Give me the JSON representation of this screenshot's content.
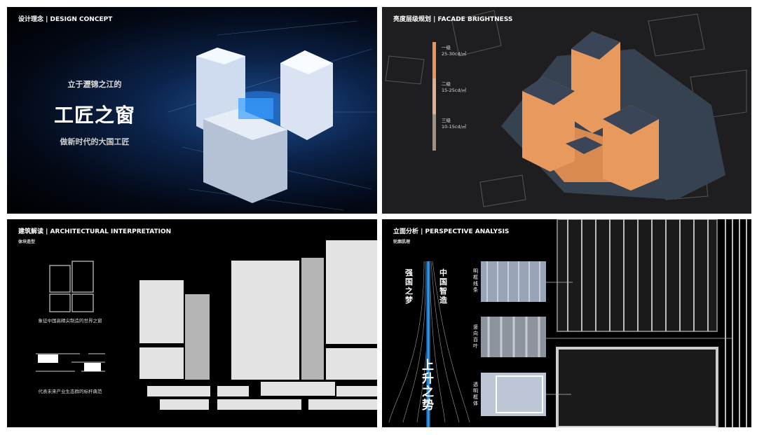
{
  "design_concept": {
    "title": "设计理念 | DESIGN CONCEPT",
    "line1": "立于瀝锦之江的",
    "headline": "工匠之窗",
    "line2": "做新时代的大国工匠"
  },
  "facade_brightness": {
    "title": "亮度层级规划 | FACADE BRIGHTNESS",
    "levels": [
      {
        "name": "一级",
        "range": "25-30cd/㎡",
        "color": "#e8935a"
      },
      {
        "name": "二级",
        "range": "15-25cd/㎡",
        "color": "#e0b08e"
      },
      {
        "name": "三级",
        "range": "10-15cd/㎡",
        "color": "#a09080"
      }
    ]
  },
  "architectural_interpretation": {
    "title": "建筑解读 | ARCHITECTURAL INTERPRETATION",
    "subtitle": "体块造型",
    "caption1": "象征中国高精尖制造的世界之窗",
    "caption2": "代表未来产业生态群的标杆典范"
  },
  "perspective_analysis": {
    "title": "立面分析 | PERSPECTIVE ANALYSIS",
    "subtitle": "轮廓肌理",
    "left_text": "强国之梦",
    "right_text": "中国智造",
    "center_text": "上升之势",
    "facade_labels": [
      "明框线条",
      "竖向百叶",
      "透明框体"
    ]
  }
}
